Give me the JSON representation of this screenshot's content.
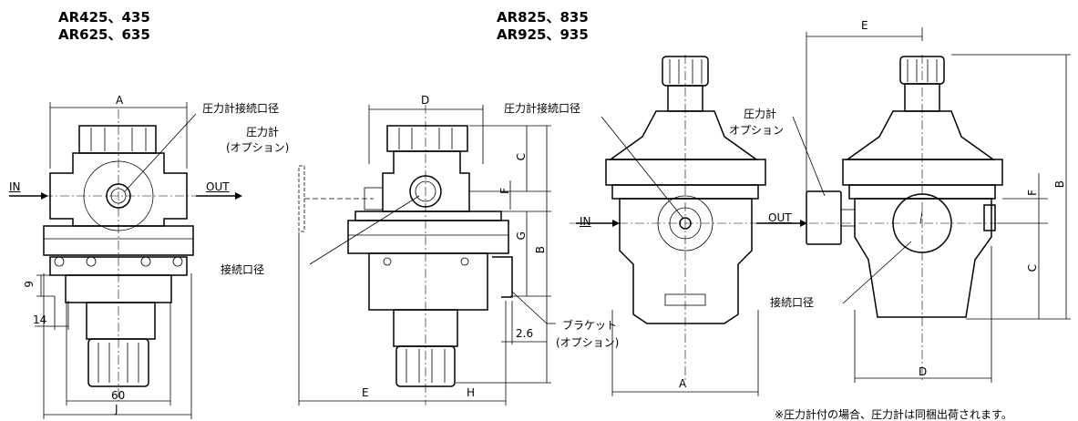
{
  "titles": {
    "small_line1": "AR425、435",
    "small_line2": "AR625、635",
    "large_line1": "AR825、835",
    "large_line2": "AR925、935"
  },
  "labels": {
    "gauge_port_1": "圧力計接続口径",
    "gauge_opt_1a": "圧力計",
    "gauge_opt_1b": "(オプション)",
    "port_1": "接続口径",
    "bracket_a": "ブラケット",
    "bracket_b": "(オプション)",
    "gauge_port_2": "圧力計接続口径",
    "gauge_opt_2a": "圧力計",
    "gauge_opt_2b": "オプション",
    "port_2": "接続口径",
    "in_1": "IN",
    "out_1": "OUT",
    "in_2": "IN",
    "out_2": "OUT"
  },
  "dims": {
    "A1": "A",
    "J": "J",
    "d60": "60",
    "d9": "9",
    "d14": "14",
    "D1": "D",
    "C1": "C",
    "F1": "F",
    "G": "G",
    "B1": "B",
    "E1": "E",
    "H": "H",
    "d26": "2.6",
    "A2": "A",
    "E2": "E",
    "B2": "B",
    "F2": "F",
    "C2": "C",
    "D2": "D"
  },
  "note": "※圧力計付の場合、圧力計は同梱出荷されます。"
}
